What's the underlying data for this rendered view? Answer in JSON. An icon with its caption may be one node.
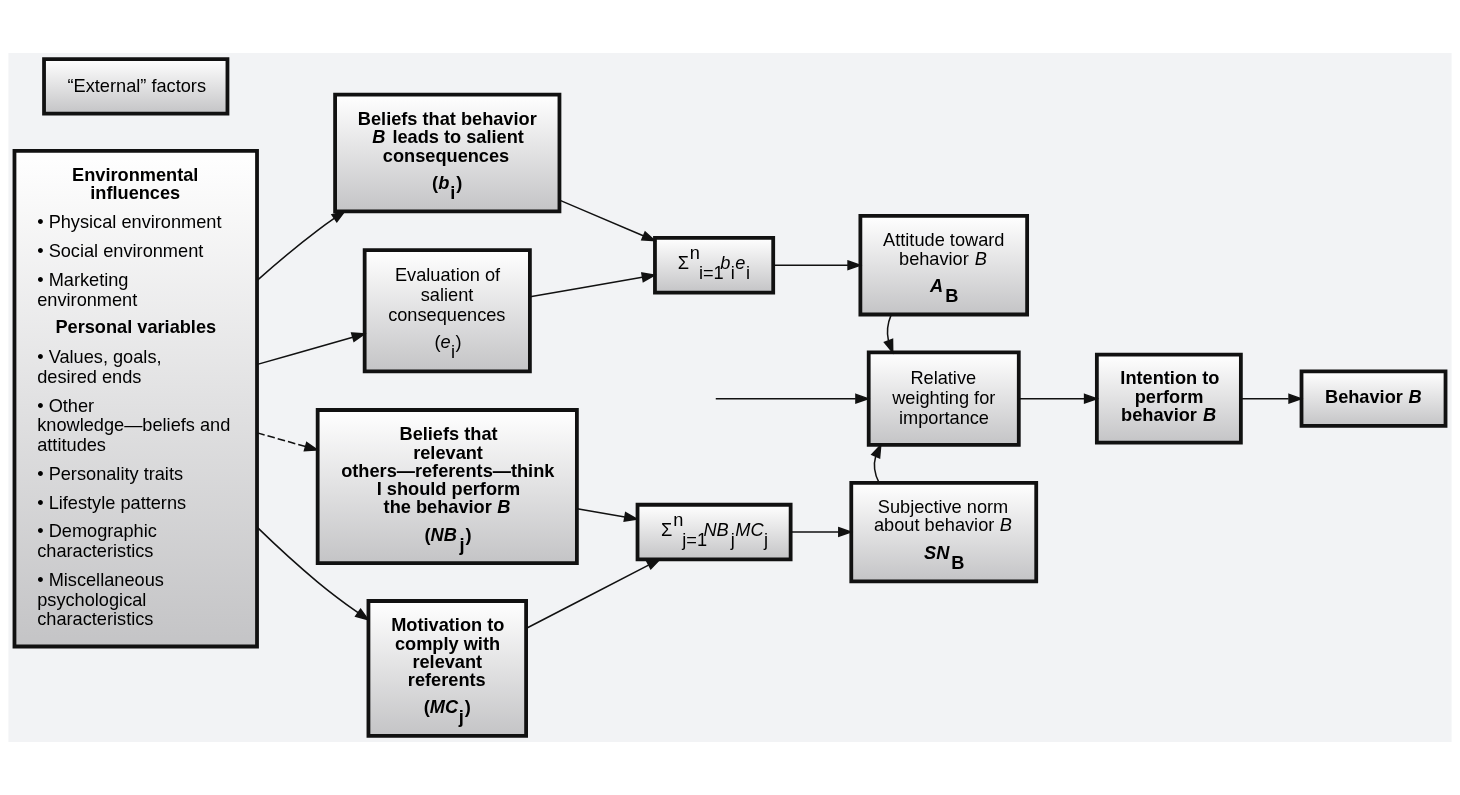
{
  "diagram": {
    "nodes": [
      {
        "text": [
          "“External” factors"
        ]
      },
      {
        "text": [
          "Environmental influences",
          "• Physical environment",
          "• Social environment",
          "• Marketing environment",
          "Personal variables",
          "• Values, goals, desired ends",
          "• Other knowledge—beliefs and attitudes",
          "• Personality traits",
          "• Lifestyle patterns",
          "• Demographic characteristics",
          "• Miscellaneous psychological characteristics"
        ]
      },
      {
        "text": [
          "Beliefs that behavior *B* leads to salient consequences",
          "(*b*$_{i}$)"
        ]
      },
      {
        "text": [
          "Evaluation of salient consequences",
          "(*e*$_{i}$)"
        ]
      },
      {
        "text": [
          "Beliefs that relevant others—referents—think I should perform the behavior *B*",
          "(*NB*$_{j}$)"
        ]
      },
      {
        "text": [
          "Motivation to comply with relevant referents",
          "(*MC*$_{j}$)"
        ]
      },
      {
        "text": [
          "Σ$^{n}$$_{i=1}$*b*$_{i}$*e*$_{i}$"
        ]
      },
      {
        "text": [
          "Attitude toward behavior *B*",
          "*A*$_{B}$"
        ]
      },
      {
        "text": [
          "Σ$^{n}$$_{j=1}$*NB*$_{j}$*MC*$_{j}$"
        ]
      },
      {
        "text": [
          "Subjective norm about behavior *B*",
          "*SN*$_{B}$"
        ]
      },
      {
        "text": [
          "Relative weighting for importance"
        ]
      },
      {
        "text": [
          "Intention to perform behavior *B*"
        ]
      },
      {
        "text": [
          "Behavior *B*"
        ]
      }
    ],
    "edges": [
      {
        "from": 1,
        "to": 2,
        "arrow": "to"
      },
      {
        "from": 1,
        "to": 3,
        "arrow": "to"
      },
      {
        "from": 1,
        "to": 4,
        "arrow": "to",
        "style": "dashed"
      },
      {
        "from": 1,
        "to": 5,
        "arrow": "to"
      },
      {
        "from": 2,
        "to": 6,
        "arrow": "to"
      },
      {
        "from": 3,
        "to": 6,
        "arrow": "to"
      },
      {
        "from": 4,
        "to": 8,
        "arrow": "to"
      },
      {
        "from": 5,
        "to": 8,
        "arrow": "to"
      },
      {
        "from": 6,
        "to": 7,
        "arrow": "to"
      },
      {
        "from": 8,
        "to": 9,
        "arrow": "to"
      },
      {
        "from": 7,
        "to": 10,
        "arrow": "to"
      },
      {
        "from": 9,
        "to": 10,
        "arrow": "to"
      },
      {
        "from": null,
        "to": 10,
        "arrow": "to"
      },
      {
        "from": 10,
        "to": 11,
        "arrow": "to"
      },
      {
        "from": 11,
        "to": 12,
        "arrow": "to"
      }
    ]
  }
}
